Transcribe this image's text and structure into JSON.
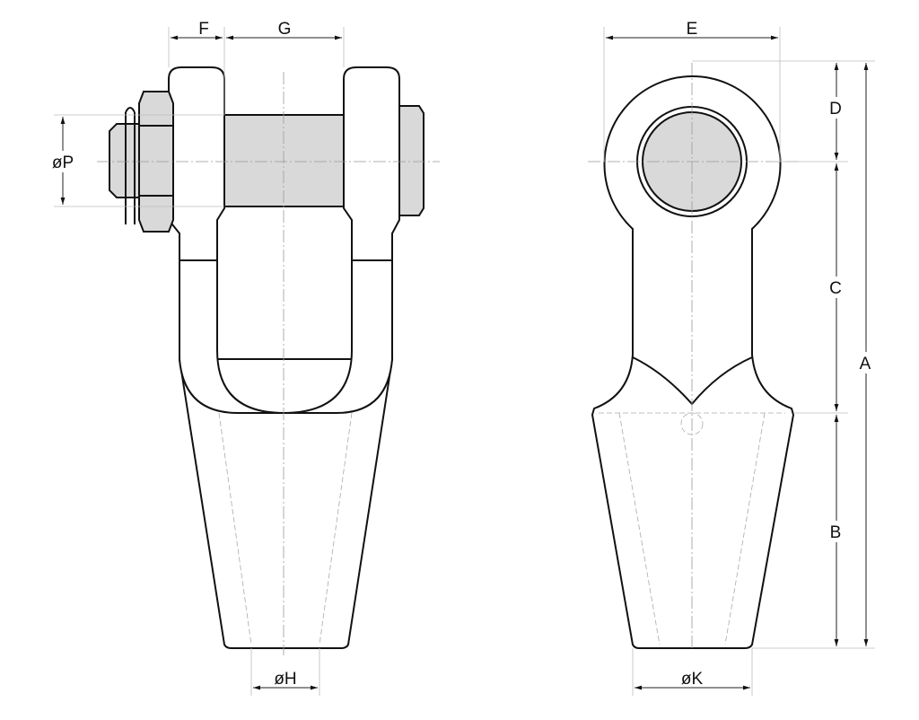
{
  "labels": {
    "F": "F",
    "G": "G",
    "P": "øP",
    "H": "øH",
    "E": "E",
    "D": "D",
    "C": "C",
    "B": "B",
    "A": "A",
    "K": "øK"
  },
  "colors": {
    "fill": "#d9d9d9",
    "line": "#111111"
  }
}
